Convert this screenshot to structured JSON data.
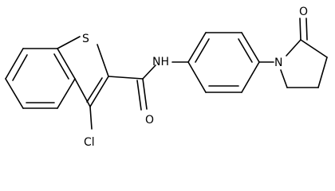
{
  "atoms": {
    "sulfur": "S",
    "amide_nh": "NH",
    "amide_oxygen": "O",
    "chlorine": "Cl",
    "pyrrolidinone_nitrogen": "N",
    "lactam_oxygen": "O"
  }
}
